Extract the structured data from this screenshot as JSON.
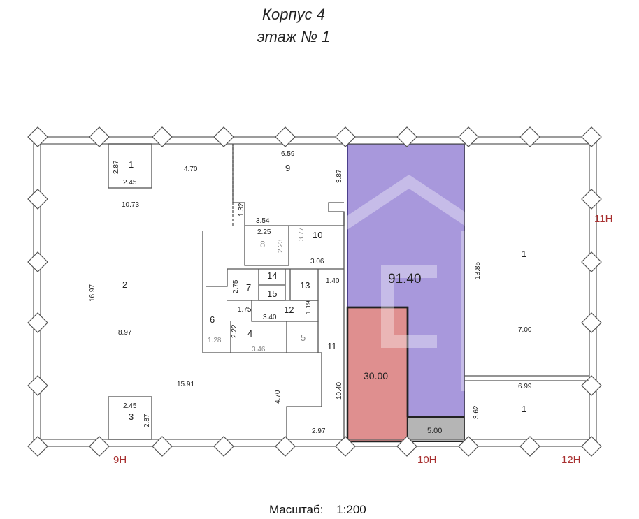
{
  "header": {
    "building": "Корпус 4",
    "floor": "этаж № 1"
  },
  "footer": {
    "scale_label": "Масштаб:",
    "scale_value": "1:200"
  },
  "colors": {
    "highlight_purple": "#a898dc",
    "highlight_red": "#df8f8f",
    "highlight_gray": "#b5b5b5",
    "axis_red": "#a83030",
    "wall": "#555555"
  },
  "axes": {
    "a9": "9Н",
    "a10": "10Н",
    "a11": "11Н",
    "a12": "12Н"
  },
  "rooms": {
    "r1_top": "1",
    "r2": "2",
    "r3": "3",
    "r4": "4",
    "r5": "5",
    "r6": "6",
    "r7": "7",
    "r8": "8",
    "r9": "9",
    "r10": "10",
    "r11": "11",
    "r12": "12",
    "r13": "13",
    "r14": "14",
    "r15": "15",
    "r1_right": "1",
    "r1_right_bottom": "1"
  },
  "areas": {
    "purple": "91.40",
    "red": "30.00",
    "gray": "5.00"
  },
  "dims": {
    "d287a": "2.87",
    "d245a": "2.45",
    "d470a": "4.70",
    "d1073": "10.73",
    "d659": "6.59",
    "d387": "3.87",
    "d132": "1.32",
    "d354": "3.54",
    "d225": "2.25",
    "d223": "2.23",
    "d377": "3.77",
    "d306": "3.06",
    "d275": "2.75",
    "d140": "1.40",
    "d175": "1.75",
    "d340": "3.40",
    "d119": "1.19",
    "d222": "2.22",
    "d128": "1.28",
    "d346": "3.46",
    "d1697": "16.97",
    "d897": "8.97",
    "d1591": "15.91",
    "d470b": "4.70",
    "d245b": "2.45",
    "d287b": "2.87",
    "d297": "2.97",
    "d1040": "10.40",
    "d1385": "13.85",
    "d700": "7.00",
    "d699": "6.99",
    "d362": "3.62"
  }
}
